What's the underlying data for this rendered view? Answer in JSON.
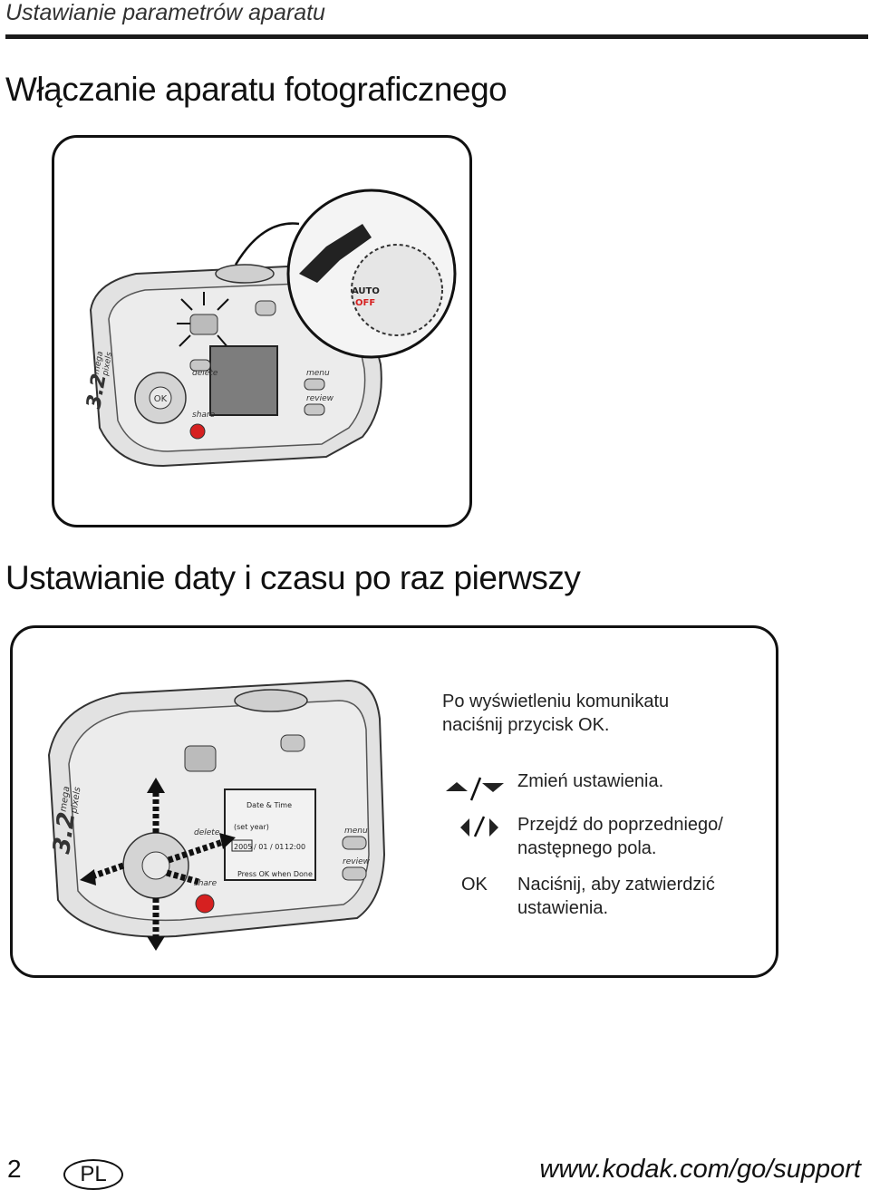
{
  "header": {
    "section_title": "Ustawianie parametrów aparatu"
  },
  "section1": {
    "title": "Włączanie aparatu fotograficznego"
  },
  "section2": {
    "title": "Ustawianie daty i czasu po raz pierwszy",
    "intro_line1": "Po wyświetleniu komunikatu",
    "intro_line2": "naciśnij przycisk OK.",
    "steps": [
      {
        "key_icon": "up-down-arrows-icon",
        "text": "Zmień ustawienia."
      },
      {
        "key_icon": "left-right-arrows-icon",
        "text_line1": "Przejdź do poprzedniego/",
        "text_line2": "następnego pola."
      },
      {
        "key": "OK",
        "text_line1": "Naciśnij, aby zatwierdzić",
        "text_line2": "ustawienia."
      }
    ]
  },
  "camera": {
    "brand_mark": "3.2",
    "brand_sub1": "mega",
    "brand_sub2": "pixels",
    "btn_delete": "delete",
    "btn_share": "share",
    "btn_menu": "menu",
    "btn_review": "review",
    "btn_ok": "OK",
    "dial_auto": "AUTO",
    "dial_off": "OFF",
    "lcd_title": "Date & Time",
    "lcd_field": "(set year)",
    "lcd_year": "2005",
    "lcd_date_rest": "/ 01 / 01",
    "lcd_time": "12:00",
    "lcd_hint": "Press OK when Done"
  },
  "footer": {
    "page_number": "2",
    "language": "PL",
    "url": "www.kodak.com/go/support"
  },
  "colors": {
    "rule": "#1a1a1a",
    "camera_body": "#e2e2e2",
    "camera_outline": "#333333",
    "share_button": "#d62020",
    "lcd": "#7d7d7d"
  }
}
